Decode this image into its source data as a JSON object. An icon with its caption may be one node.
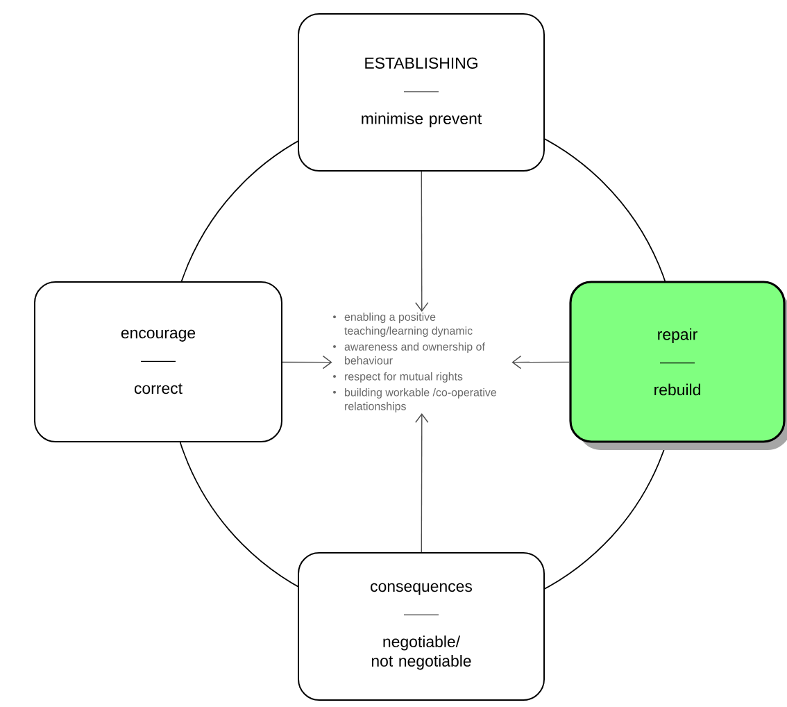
{
  "diagram": {
    "nodes": [
      {
        "text": [
          "ESTABLISHING",
          "minimise prevent"
        ]
      },
      {
        "text": [
          "encourage",
          "correct"
        ]
      },
      {
        "text": [
          "repair",
          "rebuild"
        ]
      },
      {
        "text": [
          "enabling a positive teaching/learning dynamic",
          "awareness and ownership of behaviour",
          "respect for mutual rights",
          "building workable /co-operative relationships"
        ]
      },
      {
        "text": [
          "consequences",
          "negotiable/ not negotiable"
        ]
      }
    ],
    "edges": [
      {
        "from": 0,
        "to": 3,
        "arrow": "to"
      },
      {
        "from": 1,
        "to": 3,
        "arrow": "to"
      },
      {
        "from": 2,
        "to": 3,
        "arrow": "to"
      },
      {
        "from": 4,
        "to": 3,
        "arrow": "to"
      }
    ]
  }
}
